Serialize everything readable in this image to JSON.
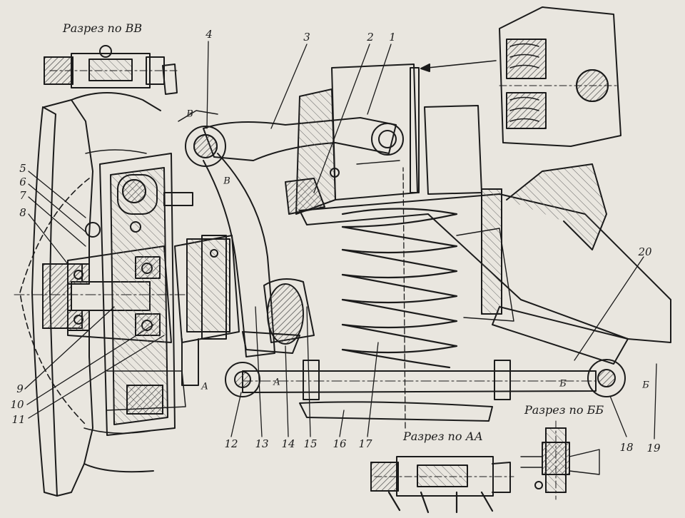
{
  "captions": {
    "section_vv": "Разрез по ВВ",
    "section_aa": "Разрез по АА",
    "section_bb": "Разрез по ББ"
  },
  "callouts": [
    "1",
    "2",
    "3",
    "4",
    "5",
    "6",
    "7",
    "8",
    "9",
    "10",
    "11",
    "12",
    "13",
    "14",
    "15",
    "16",
    "17",
    "18",
    "19",
    "20"
  ],
  "section_marks": {
    "v_top": "В",
    "v_lower": "В",
    "a_left": "А",
    "a_right": "А",
    "b_left": "Б",
    "b_right": "Б"
  },
  "colors": {
    "paper": "#e9e6df",
    "ink": "#1b1b1b",
    "hatch": "#555555"
  }
}
